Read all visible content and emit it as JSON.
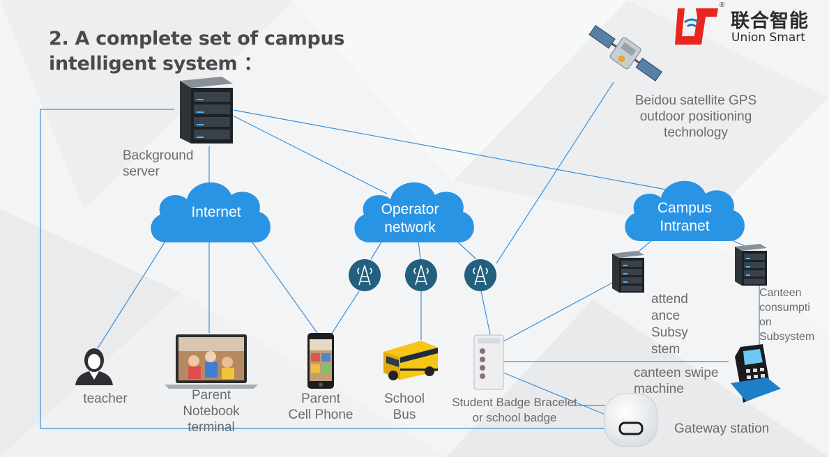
{
  "title": {
    "line1": "2. A complete set of campus",
    "line2": "intelligent system ："
  },
  "logo": {
    "brand_cn": "联合智能",
    "brand_en": "Union Smart",
    "registered_mark": "®",
    "accent_red": "#e8261f",
    "accent_blue": "#1a76c7"
  },
  "clouds": {
    "internet": "Internet",
    "operator_line1": "Operator",
    "operator_line2": "network",
    "campus_line1": "Campus",
    "campus_line2": "Intranet"
  },
  "labels": {
    "background_server_line1": "Background",
    "background_server_line2": "server",
    "satellite_line1": "Beidou satellite GPS",
    "satellite_line2": "outdoor positioning",
    "satellite_line3": "technology",
    "teacher": "teacher",
    "parent_notebook_line1": "Parent",
    "parent_notebook_line2": "Notebook",
    "parent_notebook_line3": "terminal",
    "parent_phone_line1": "Parent",
    "parent_phone_line2": "Cell Phone",
    "school_bus_line1": "School",
    "school_bus_line2": "Bus",
    "student_badge_line1": "Student Badge Bracelet",
    "student_badge_line2": "or school badge",
    "attendance_line1": "attend",
    "attendance_line2": "ance",
    "attendance_line3": "Subsy",
    "attendance_line4": "stem",
    "canteen_sub_line1": "Canteen",
    "canteen_sub_line2": "consumpti",
    "canteen_sub_line3": "on",
    "canteen_sub_line4": "Subsystem",
    "canteen_swipe_line1": "canteen swipe",
    "canteen_swipe_line2": "machine",
    "gateway": "Gateway station"
  },
  "colors": {
    "line": "#3b8fd6",
    "cloud": "#2a94e4",
    "tower": "#235f7e",
    "label": "#6b6b6b"
  }
}
